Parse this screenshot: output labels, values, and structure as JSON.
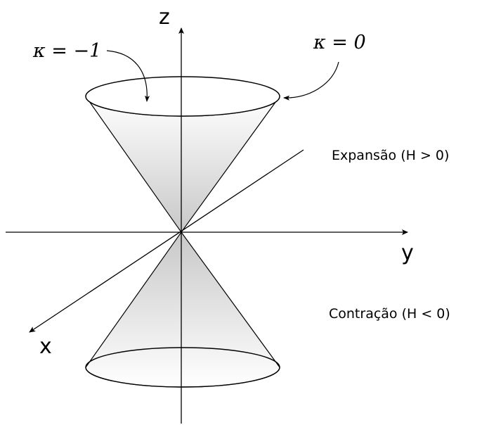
{
  "axes": {
    "z_label": "z",
    "y_label": "y",
    "x_label": "x"
  },
  "annotations": {
    "expansion": "Expansão (H > 0)",
    "contraction": "Contração (H < 0)",
    "kappa_neg_one": "κ = −1",
    "kappa_zero": "κ = 0"
  }
}
